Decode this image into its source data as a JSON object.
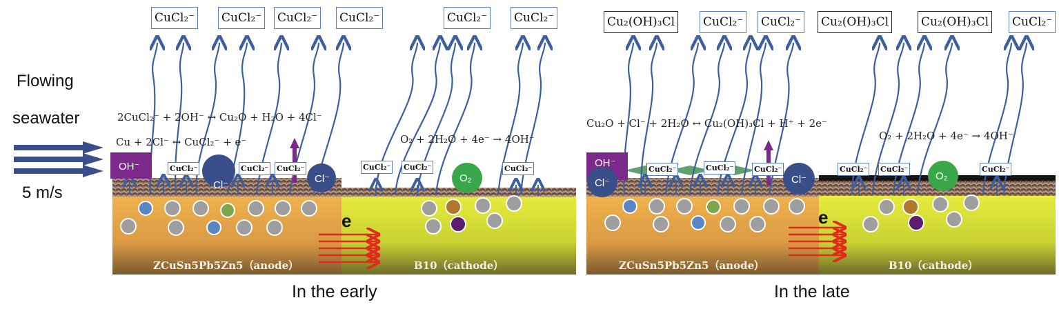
{
  "left": {
    "flow_line1": "Flowing",
    "flow_line2": "seawater",
    "speed": "5 m/s"
  },
  "early": {
    "caption": "In the early",
    "anode_label": "ZCuSn5Pb5Zn5（anode）",
    "cathode_label": "B10（cathode）",
    "product_label": "CuCl₂⁻",
    "eq_complex": "2CuCl₂⁻ + 2OH⁻ ↔ Cu₂O + H₂O + 4Cl⁻",
    "eq_anode": "Cu + 2Cl⁻ ↔ CuCl₂⁻ + e⁻",
    "eq_cathode": "O₂ + 2H₂O + 4e⁻ → 4OH⁻",
    "ion_oh": "OH⁻",
    "ion_cl": "Cl⁻",
    "ion_o2": "O₂",
    "electron": "e"
  },
  "late": {
    "caption": "In the late",
    "anode_label": "ZCuSn5Pb5Zn5（anode）",
    "cathode_label": "B10（cathode）",
    "product_cucl": "CuCl₂⁻",
    "product_oh": "Cu₂(OH)₃Cl",
    "eq_anode": "Cu₂O + Cl⁻ + 2H₂O ↔ Cu₂(OH)₃Cl + H⁺ + 2e⁻",
    "eq_cathode": "O₂ + 2H₂O + 4e⁻ → 4OH⁻",
    "ion_oh": "OH⁻",
    "ion_cl": "Cl⁻",
    "ion_o2": "O₂",
    "electron": "e"
  },
  "colors": {
    "arrow_blue": "#3d5f9e",
    "anode_orange": "#e0a64a",
    "cathode_yellow": "#d9e23a",
    "oxide_brown": "#7a5b4a",
    "ion_dark_blue": "#3a4f8a",
    "ion_purple": "#7b3a8c",
    "o2_green": "#3aa84a",
    "electron_red": "#e02a1a",
    "particle_gray": "#9e9e9e",
    "particle_blue": "#5b86c4",
    "particle_green": "#7fa648",
    "particle_brown": "#b0782a",
    "particle_violet": "#5a1e6e"
  }
}
